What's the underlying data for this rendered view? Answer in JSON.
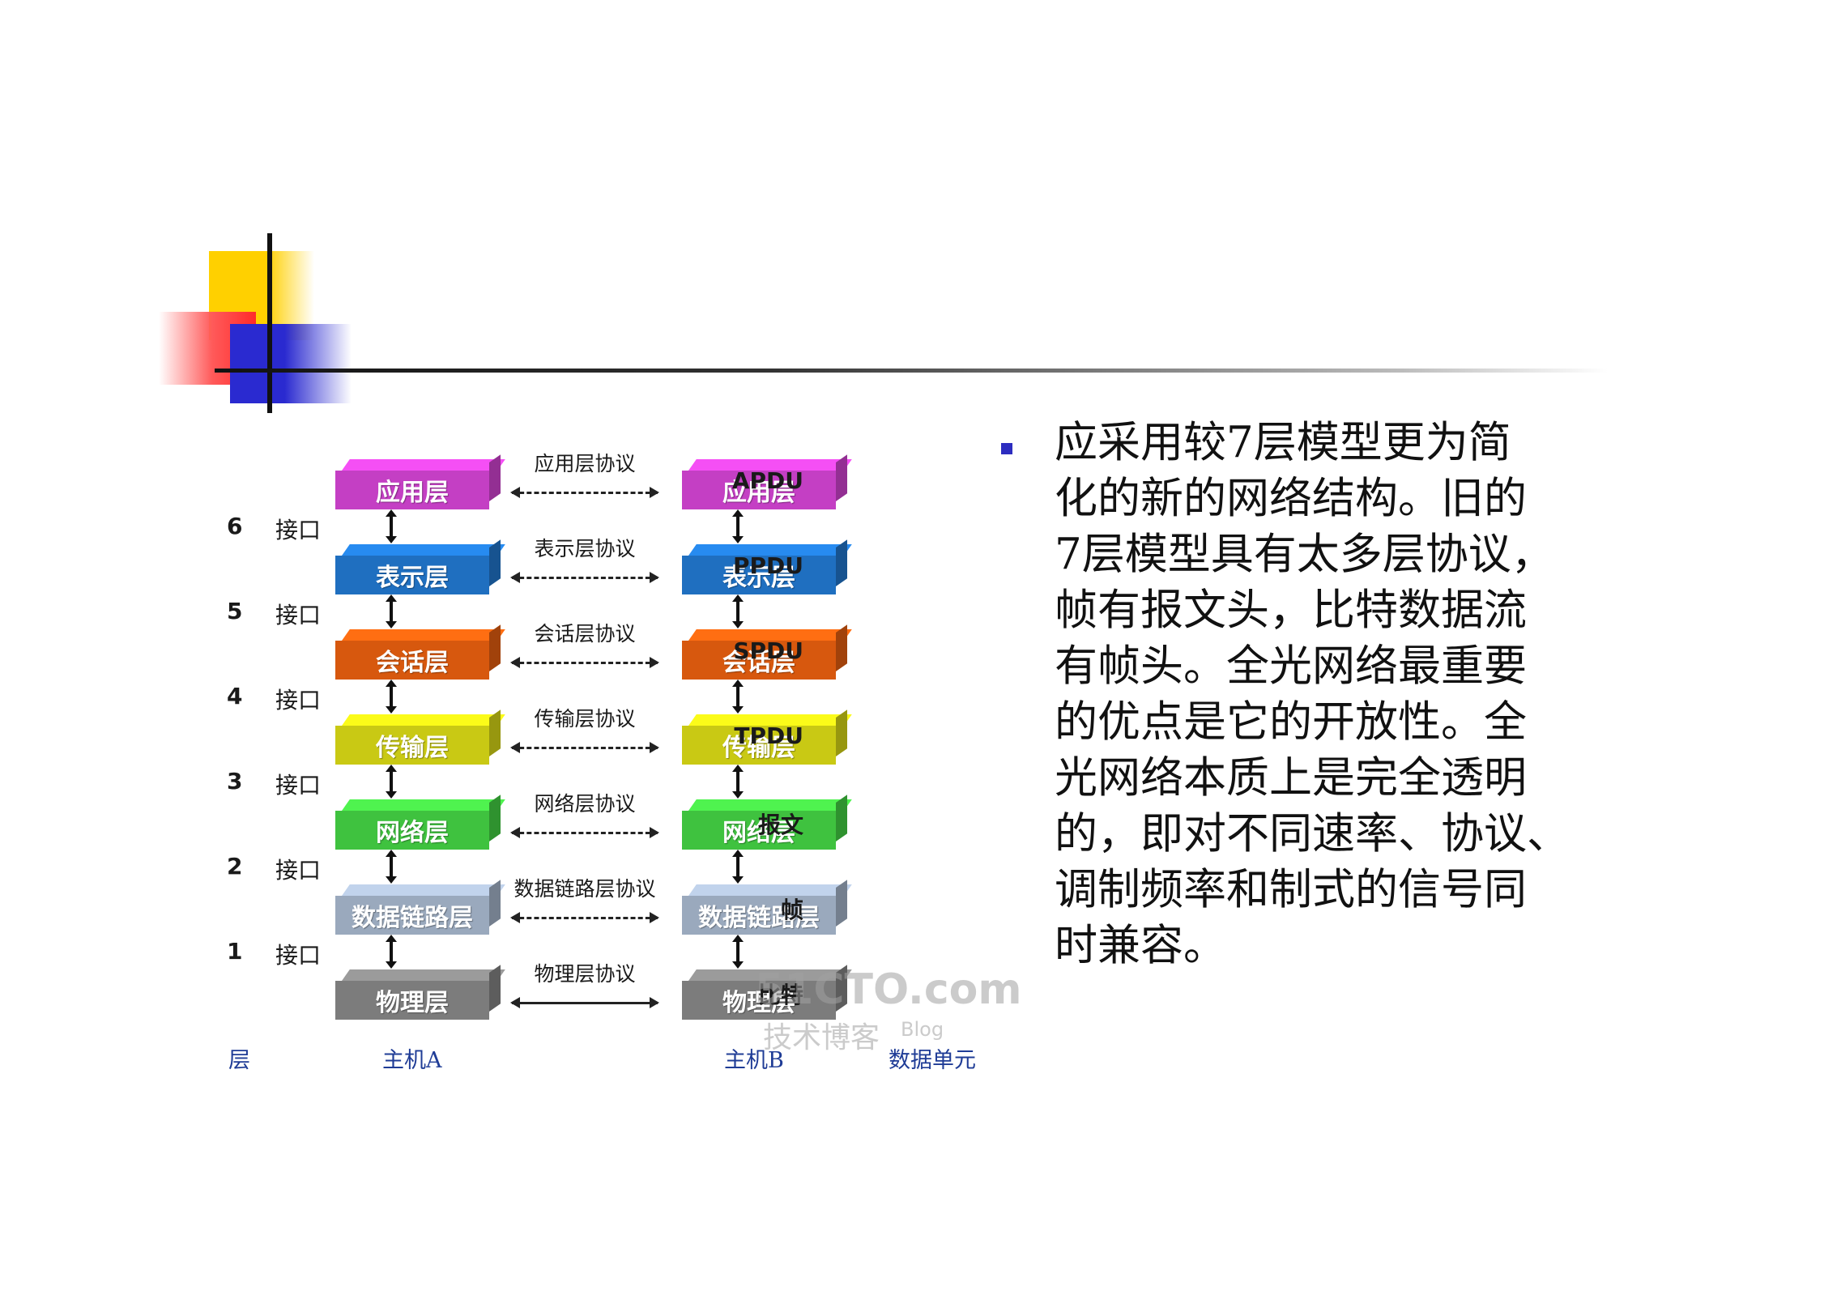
{
  "diagram": {
    "layers_left": [
      "应用层",
      "表示层",
      "会话层",
      "传输层",
      "网络层",
      "数据链路层",
      "物理层"
    ],
    "layers_right": [
      "应用层",
      "表示层",
      "会话层",
      "传输层",
      "网络层",
      "数据链路层",
      "物理层"
    ],
    "protocols": [
      "应用层协议",
      "表示层协议",
      "会话层协议",
      "传输层协议",
      "网络层协议",
      "数据链路层协议",
      "物理层协议"
    ],
    "units": [
      "APDU",
      "PPDU",
      "SPDU",
      "TPDU",
      "报文",
      "帧",
      "比特"
    ],
    "interface_numbers": [
      "6",
      "5",
      "4",
      "3",
      "2",
      "1"
    ],
    "interface_label": "接口",
    "footer": {
      "layer": "层",
      "host_a": "主机A",
      "host_b": "主机B",
      "data_unit": "数据单元"
    },
    "watermark": {
      "brand": "51CTO.com",
      "sub": "技术博客",
      "blog": "Blog"
    },
    "colors": [
      "#c43fc4",
      "#1f6fc0",
      "#d7580e",
      "#c9c914",
      "#3fc23f",
      "#9aa9bd",
      "#7c7c7c"
    ]
  },
  "text": {
    "lines": [
      "应采用较7层模型更为简",
      "化的新的网络结构。旧的",
      "7层模型具有太多层协议，",
      "帧有报文头，比特数据流",
      "有帧头。全光网络最重要",
      "的优点是它的开放性。全",
      "光网络本质上是完全透明",
      "的，即对不同速率、协议、",
      "调制频率和制式的信号同",
      "时兼容。"
    ]
  }
}
